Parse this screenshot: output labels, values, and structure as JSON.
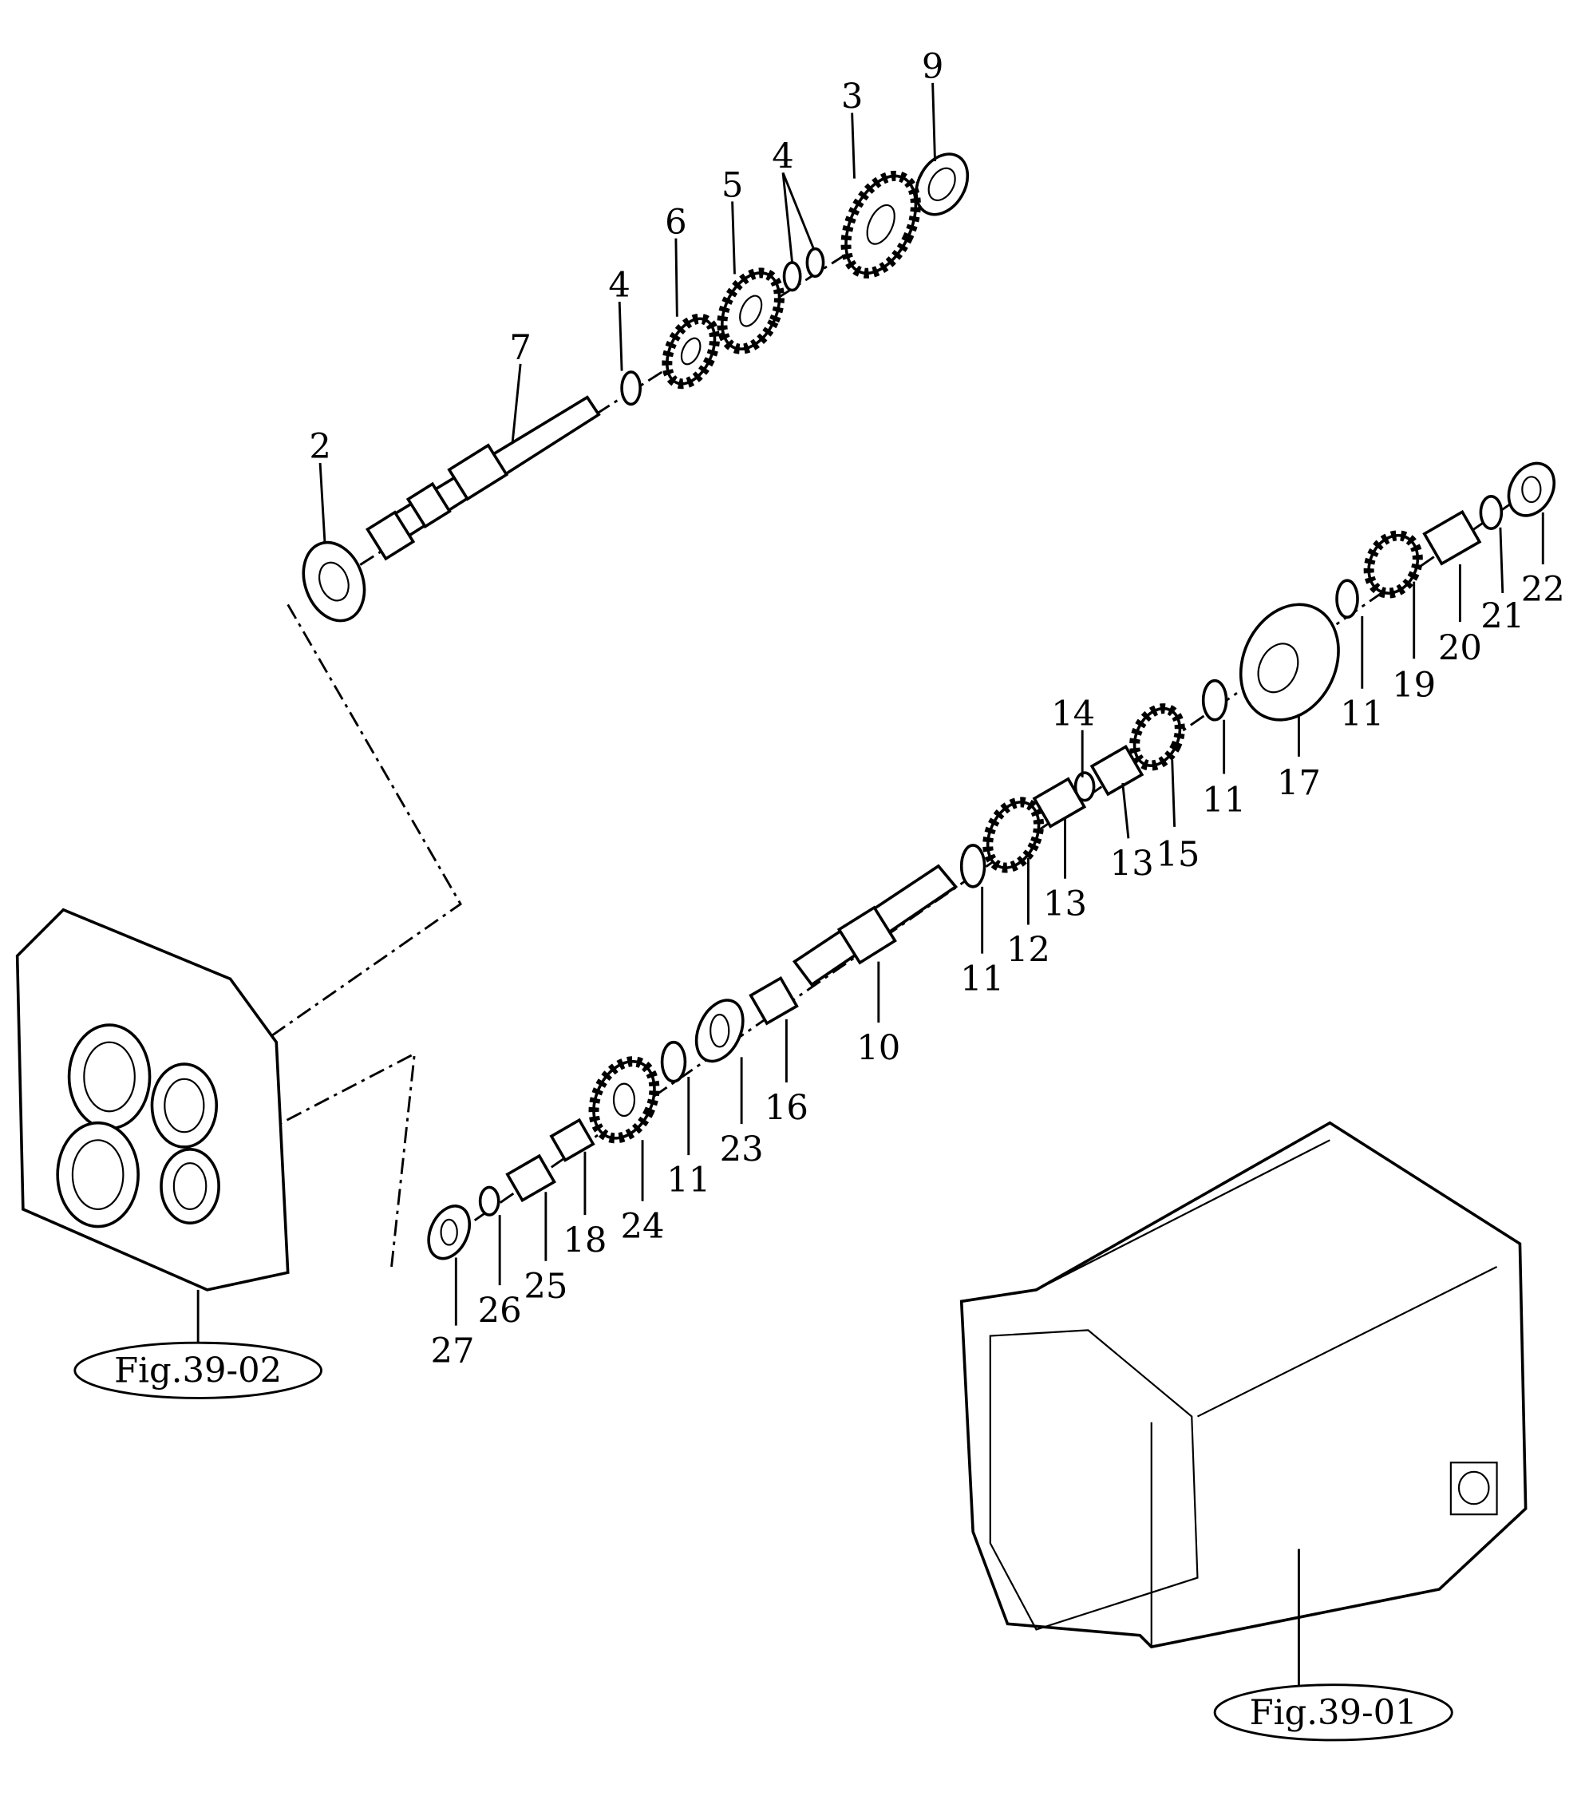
{
  "labels": {
    "p9": "9",
    "p3": "3",
    "p5": "5",
    "p4a": "4",
    "p6": "6",
    "p4b": "4",
    "p7": "7",
    "p2": "2",
    "p14": "14",
    "p13a": "13",
    "p15": "15",
    "p11a": "11",
    "p17": "17",
    "p11b": "11",
    "p19": "19",
    "p20": "20",
    "p21": "21",
    "p22": "22",
    "p13b": "13",
    "p12": "12",
    "p11c": "11",
    "p10": "10",
    "p16": "16",
    "p23": "23",
    "p11d": "11",
    "p24": "24",
    "p18": "18",
    "p25": "25",
    "p26": "26",
    "p27": "27"
  },
  "figure_refs": {
    "left_housing": "Fig.39-02",
    "right_housing": "Fig.39-01"
  }
}
